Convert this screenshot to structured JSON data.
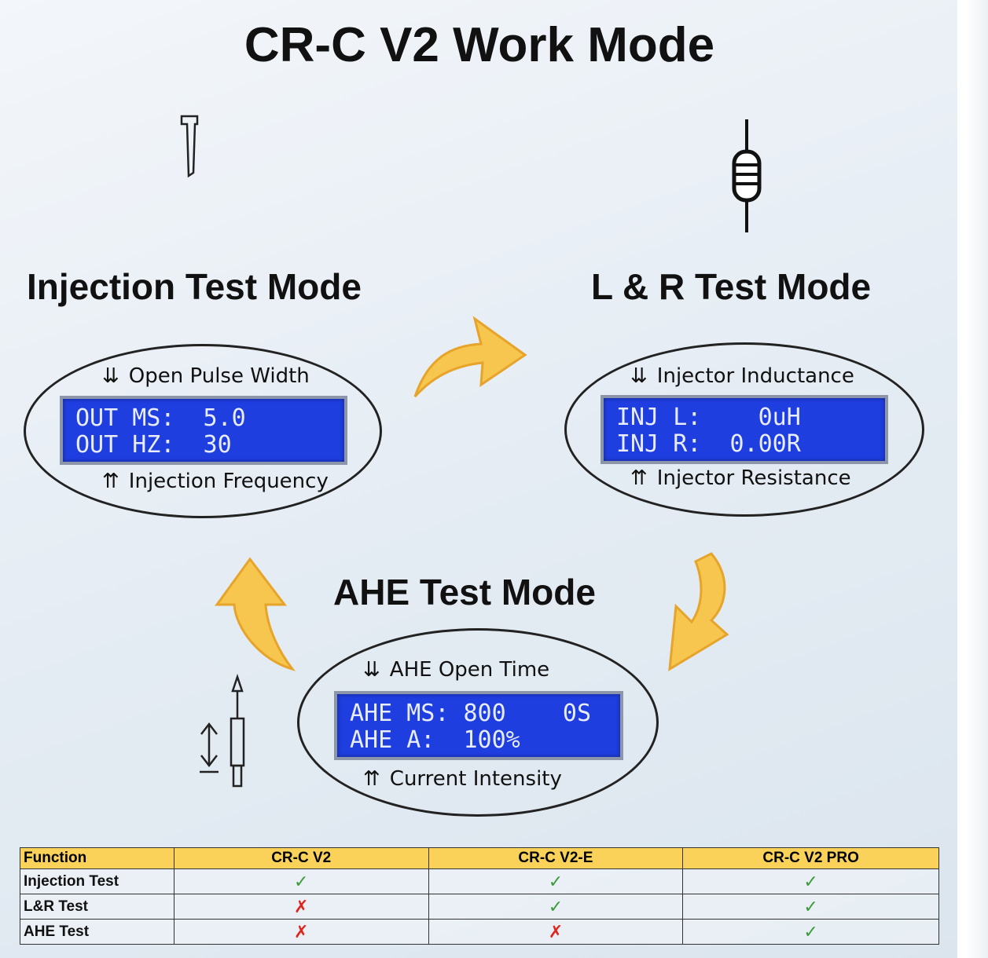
{
  "title": "CR-C V2 Work Mode",
  "modes": {
    "injection": {
      "title": "Injection Test Mode",
      "top_hint_arrow": "⇊",
      "top_hint": "Open Pulse Width",
      "lcd_line1": "OUT MS:  5.0",
      "lcd_line2": "OUT HZ:  30",
      "bottom_hint_arrow": "⇈",
      "bottom_hint": "Injection Frequency"
    },
    "lr": {
      "title": "L & R Test Mode",
      "top_hint_arrow": "⇊",
      "top_hint": "Injector Inductance",
      "lcd_line1": "INJ L:    0uH",
      "lcd_line2": "INJ R:  0.00R",
      "bottom_hint_arrow": "⇈",
      "bottom_hint": "Injector Resistance"
    },
    "ahe": {
      "title": "AHE Test Mode",
      "top_hint_arrow": "⇊",
      "top_hint": "AHE Open Time",
      "lcd_line1": "AHE MS: 800    0S",
      "lcd_line2": "AHE A:  100%",
      "bottom_hint_arrow": "⇈",
      "bottom_hint": "Current Intensity"
    }
  },
  "icons": {
    "injector": "injector-icon",
    "resistor": "resistor-icon",
    "stroke": "stroke-measure-icon"
  },
  "colors": {
    "lcd_background": "#1f3ee0",
    "arrow_fill": "#f4b73a",
    "table_header": "#fad25a",
    "check": "#3c9a3c",
    "cross": "#e0241b"
  },
  "table": {
    "headers": [
      "Function",
      "CR-C V2",
      "CR-C  V2-E",
      "CR-C  V2 PRO"
    ],
    "rows": [
      {
        "label": "Injection Test",
        "cells": [
          "✓",
          "✓",
          "✓"
        ]
      },
      {
        "label": "L&R Test",
        "cells": [
          "✗",
          "✓",
          "✓"
        ]
      },
      {
        "label": "AHE Test",
        "cells": [
          "✗",
          "✗",
          "✓"
        ]
      }
    ]
  }
}
